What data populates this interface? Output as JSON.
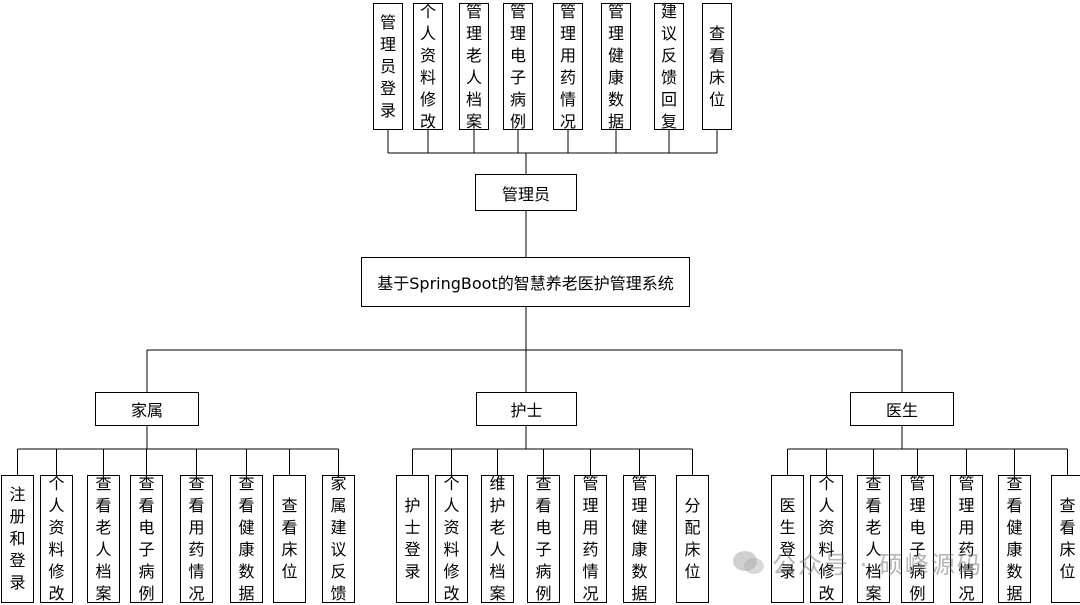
{
  "root": {
    "label": "基于SpringBoot的智慧养老医护管理系统"
  },
  "admin": {
    "label": "管理员",
    "children": [
      "管理员登录",
      "个人资料修改",
      "管理老人档案",
      "管理电子病例",
      "管理用药情况",
      "管理健康数据",
      "建议反馈回复",
      "查看床位"
    ]
  },
  "family": {
    "label": "家属",
    "children": [
      "注册和登录",
      "个人资料修改",
      "查看老人档案",
      "查看电子病例",
      "查看用药情况",
      "查看健康数据",
      "查看床位",
      "家属建议反馈"
    ]
  },
  "nurse": {
    "label": "护士",
    "children": [
      "护士登录",
      "个人资料修改",
      "维护老人档案",
      "查看电子病例",
      "管理用药情况",
      "管理健康数据",
      "分配床位"
    ]
  },
  "doctor": {
    "label": "医生",
    "children": [
      "医生登录",
      "个人资料修改",
      "查看老人档案",
      "管理电子病例",
      "管理用药情况",
      "查看健康数据",
      "查看床位"
    ]
  },
  "watermark": {
    "text": "公众号 · 硕峰源码"
  }
}
